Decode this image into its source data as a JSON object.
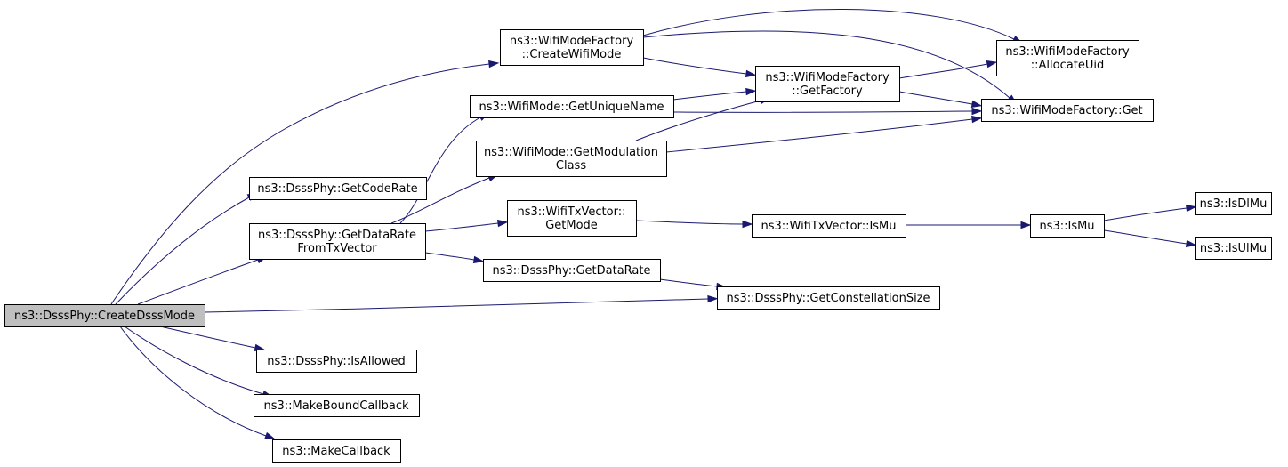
{
  "graph": {
    "root": "n_create_dsss_mode",
    "nodes": [
      {
        "id": "n_create_dsss_mode",
        "lines": [
          "ns3::DsssPhy::CreateDsssMode"
        ],
        "root": true
      },
      {
        "id": "n_create_wifi_mode",
        "lines": [
          "ns3::WifiModeFactory",
          "::CreateWifiMode"
        ]
      },
      {
        "id": "n_get_code_rate",
        "lines": [
          "ns3::DsssPhy::GetCodeRate"
        ]
      },
      {
        "id": "n_get_data_rate_from_txvector",
        "lines": [
          "ns3::DsssPhy::GetDataRate",
          "FromTxVector"
        ]
      },
      {
        "id": "n_get_constellation_size",
        "lines": [
          "ns3::DsssPhy::GetConstellationSize"
        ]
      },
      {
        "id": "n_is_allowed",
        "lines": [
          "ns3::DsssPhy::IsAllowed"
        ]
      },
      {
        "id": "n_make_bound_callback",
        "lines": [
          "ns3::MakeBoundCallback"
        ]
      },
      {
        "id": "n_make_callback",
        "lines": [
          "ns3::MakeCallback"
        ]
      },
      {
        "id": "n_get_unique_name",
        "lines": [
          "ns3::WifiMode::GetUniqueName"
        ]
      },
      {
        "id": "n_get_modulation_class",
        "lines": [
          "ns3::WifiMode::GetModulation",
          "Class"
        ]
      },
      {
        "id": "n_get_mode",
        "lines": [
          "ns3::WifiTxVector::",
          "GetMode"
        ]
      },
      {
        "id": "n_get_data_rate",
        "lines": [
          "ns3::DsssPhy::GetDataRate"
        ]
      },
      {
        "id": "n_get_factory",
        "lines": [
          "ns3::WifiModeFactory",
          "::GetFactory"
        ]
      },
      {
        "id": "n_allocate_uid",
        "lines": [
          "ns3::WifiModeFactory",
          "::AllocateUid"
        ]
      },
      {
        "id": "n_factory_get",
        "lines": [
          "ns3::WifiModeFactory::Get"
        ]
      },
      {
        "id": "n_txvector_is_mu",
        "lines": [
          "ns3::WifiTxVector::IsMu"
        ]
      },
      {
        "id": "n_is_mu",
        "lines": [
          "ns3::IsMu"
        ]
      },
      {
        "id": "n_is_dl_mu",
        "lines": [
          "ns3::IsDlMu"
        ]
      },
      {
        "id": "n_is_ul_mu",
        "lines": [
          "ns3::IsUlMu"
        ]
      }
    ],
    "edges": [
      [
        "n_create_dsss_mode",
        "n_create_wifi_mode"
      ],
      [
        "n_create_dsss_mode",
        "n_get_code_rate"
      ],
      [
        "n_create_dsss_mode",
        "n_get_data_rate_from_txvector"
      ],
      [
        "n_create_dsss_mode",
        "n_get_constellation_size"
      ],
      [
        "n_create_dsss_mode",
        "n_is_allowed"
      ],
      [
        "n_create_dsss_mode",
        "n_make_bound_callback"
      ],
      [
        "n_create_dsss_mode",
        "n_make_callback"
      ],
      [
        "n_create_wifi_mode",
        "n_allocate_uid"
      ],
      [
        "n_create_wifi_mode",
        "n_get_factory"
      ],
      [
        "n_create_wifi_mode",
        "n_factory_get"
      ],
      [
        "n_get_factory",
        "n_allocate_uid"
      ],
      [
        "n_get_factory",
        "n_factory_get"
      ],
      [
        "n_get_data_rate_from_txvector",
        "n_get_unique_name"
      ],
      [
        "n_get_data_rate_from_txvector",
        "n_get_modulation_class"
      ],
      [
        "n_get_data_rate_from_txvector",
        "n_get_mode"
      ],
      [
        "n_get_data_rate_from_txvector",
        "n_get_data_rate"
      ],
      [
        "n_get_unique_name",
        "n_get_factory"
      ],
      [
        "n_get_unique_name",
        "n_factory_get"
      ],
      [
        "n_get_modulation_class",
        "n_get_factory"
      ],
      [
        "n_get_modulation_class",
        "n_factory_get"
      ],
      [
        "n_get_mode",
        "n_txvector_is_mu"
      ],
      [
        "n_txvector_is_mu",
        "n_is_mu"
      ],
      [
        "n_is_mu",
        "n_is_dl_mu"
      ],
      [
        "n_is_mu",
        "n_is_ul_mu"
      ],
      [
        "n_get_data_rate",
        "n_get_constellation_size"
      ]
    ]
  }
}
